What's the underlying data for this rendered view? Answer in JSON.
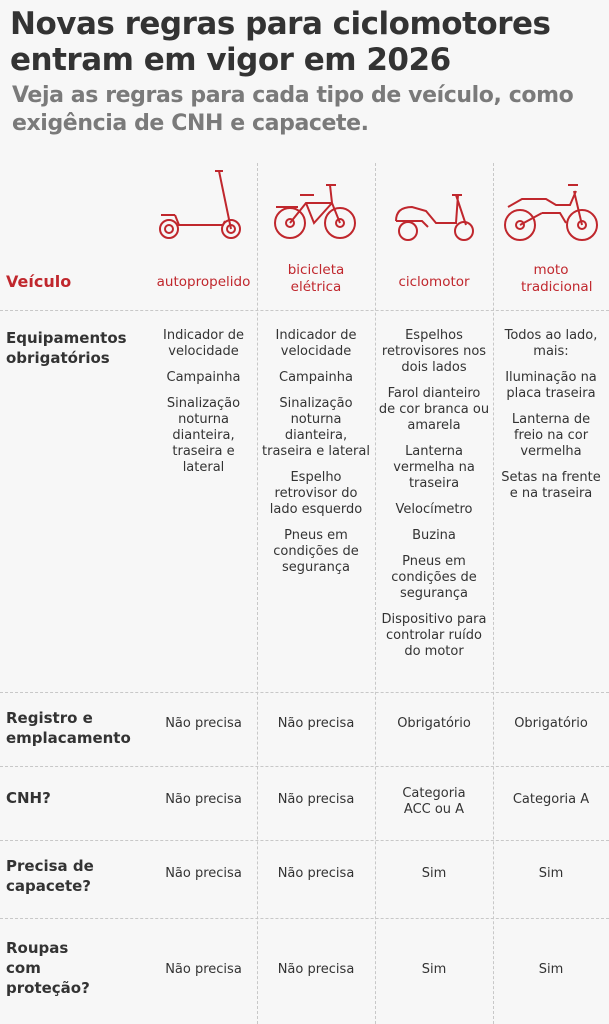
{
  "title": "Novas regras para ciclomotores entram em vigor em 2026",
  "subtitle": "Veja as regras para cada tipo de veículo, como exigência de CNH e capacete.",
  "accent": "#c0272d",
  "header_label": "Veículo",
  "vehicles": [
    {
      "name": "autopropelido",
      "icon": "scooter-icon"
    },
    {
      "name": "bicicleta elétrica",
      "icon": "electric-bicycle-icon"
    },
    {
      "name": "ciclomotor",
      "icon": "moped-icon"
    },
    {
      "name": "moto tradicional",
      "icon": "motorcycle-icon"
    }
  ],
  "rows": {
    "equip": {
      "label": "Equipamentos obrigatórios",
      "cols": [
        [
          "Indicador de velocidade",
          "Campainha",
          "Sinalização noturna dianteira, traseira e lateral"
        ],
        [
          "Indicador de velocidade",
          "Campainha",
          "Sinalização noturna dianteira, traseira e lateral",
          "Espelho retrovisor do lado esquerdo",
          "Pneus em condições de segurança"
        ],
        [
          "Espelhos retrovisores nos dois lados",
          "Farol dianteiro de cor branca ou amarela",
          "Lanterna vermelha na traseira",
          "Velocímetro",
          "Buzina",
          "Pneus em condições de segurança",
          "Dispositivo para controlar ruído do motor"
        ],
        [
          "Todos ao lado, mais:",
          "Iluminação na placa traseira",
          "Lanterna de freio na cor vermelha",
          "Setas na frente e na traseira"
        ]
      ]
    },
    "registro": {
      "label": "Registro e emplacamento",
      "cols": [
        "Não precisa",
        "Não precisa",
        "Obrigatório",
        "Obrigatório"
      ]
    },
    "cnh": {
      "label": "CNH?",
      "cols": [
        "Não precisa",
        "Não precisa",
        "Categoria ACC ou A",
        "Categoria A"
      ]
    },
    "capacete": {
      "label": "Precisa de capacete?",
      "cols": [
        "Não precisa",
        "Não precisa",
        "Sim",
        "Sim"
      ]
    },
    "roupas": {
      "label": "Roupas com proteção?",
      "cols": [
        "Não precisa",
        "Não precisa",
        "Sim",
        "Sim"
      ]
    }
  }
}
